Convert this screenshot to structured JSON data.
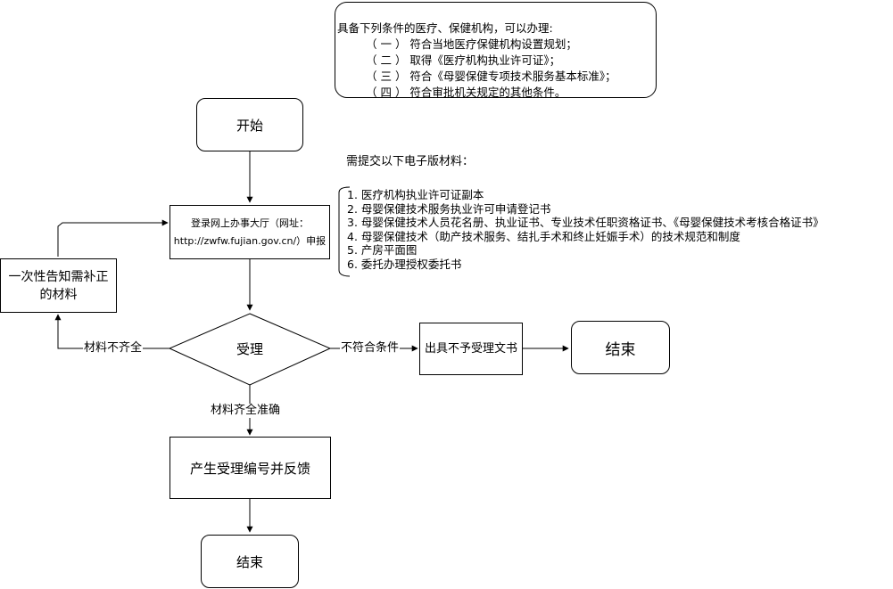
{
  "conditions": {
    "title": "具备下列条件的医疗、保健机构，可以办理:",
    "items": [
      "（ 一 ） 符合当地医疗保健机构设置规划；",
      "（ 二 ） 取得《医疗机构执业许可证》；",
      "（ 三 ） 符合《母婴保健专项技术服务基本标准》；",
      "（ 四 ） 符合审批机关规定的其他条件。"
    ]
  },
  "start": {
    "label": "开始"
  },
  "login": {
    "line1": "登录网上办事大厅（网址：",
    "line2": "http://zwfw.fujian.gov.cn/）申报"
  },
  "materials": {
    "title": "需提交以下电子版材料：",
    "items": [
      "1. 医疗机构执业许可证副本",
      "2. 母婴保健技术服务执业许可申请登记书",
      "3. 母婴保健技术人员花名册、执业证书、专业技术任职资格证书、《母婴保健技术考核合格证书》",
      "4. 母婴保健技术（助产技术服务、结扎手术和终止妊娠手术）的技术规范和制度",
      "5. 产房平面图",
      "6. 委托办理授权委托书"
    ]
  },
  "notify": {
    "label": "一次性告知需补正的材料"
  },
  "decision": {
    "label": "受理"
  },
  "edges": {
    "incomplete": "材料不齐全",
    "nonconform": "不符合条件",
    "complete": "材料齐全准确"
  },
  "reject": {
    "label": "出具不予受理文书"
  },
  "end_right": {
    "label": "结束"
  },
  "issue": {
    "label": "产生受理编号并反馈"
  },
  "end_bottom": {
    "label": "结束"
  }
}
